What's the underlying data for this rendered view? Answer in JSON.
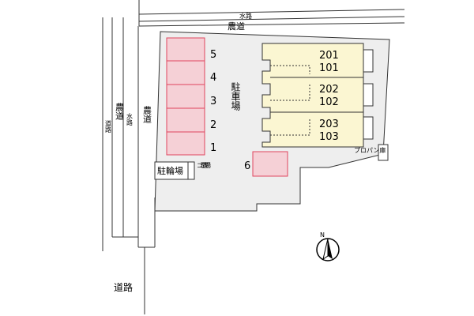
{
  "roads": {
    "farm_road_top": "農道",
    "waterway_top": "水路",
    "farm_road_left": "農道",
    "farm_road_mid": "農道",
    "waterway_left": "水路",
    "waterway_left_small": "道路",
    "road_bottom": "道路"
  },
  "lot": {
    "parking_label": "駐車場",
    "parking_spaces": [
      "5",
      "4",
      "3",
      "2",
      "1"
    ],
    "space_6": "6",
    "bike_parking": "駐輪場",
    "garbage": "ゴミ置場",
    "propane": "プロパン庫"
  },
  "building": {
    "rows": [
      {
        "upper": "201",
        "lower": "101"
      },
      {
        "upper": "202",
        "lower": "102"
      },
      {
        "upper": "203",
        "lower": "103"
      }
    ]
  },
  "compass": {
    "label": "N"
  },
  "colors": {
    "lot_fill": "#eeeeee",
    "parking_fill": "#f5d0d6",
    "parking_stroke": "#e0455f",
    "building_fill": "#fbf6d2"
  }
}
